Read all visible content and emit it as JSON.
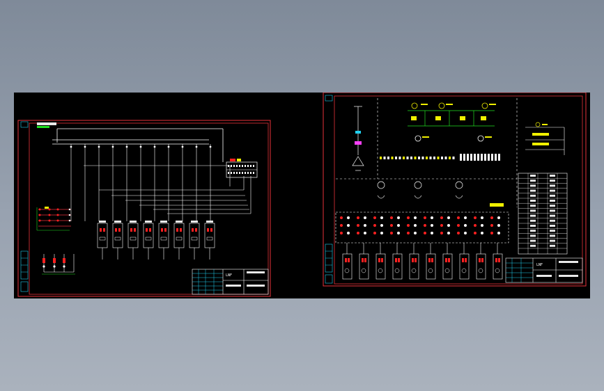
{
  "viewport": {
    "background_top": "#7f8a99",
    "background_bottom": "#aab2bd"
  },
  "canvas": {
    "background": "#000000"
  },
  "colors": {
    "frame": "#e8323a",
    "line": "#ffffff",
    "accent_red": "#ff2020",
    "accent_yellow": "#f0f000",
    "accent_green": "#20e020",
    "accent_cyan": "#20d0f0",
    "accent_magenta": "#ff40ff"
  },
  "sheets": [
    {
      "id": "sheet-left",
      "title_block": {
        "code": "LNF"
      }
    },
    {
      "id": "sheet-right",
      "title_block": {
        "code": "LNF"
      }
    }
  ]
}
